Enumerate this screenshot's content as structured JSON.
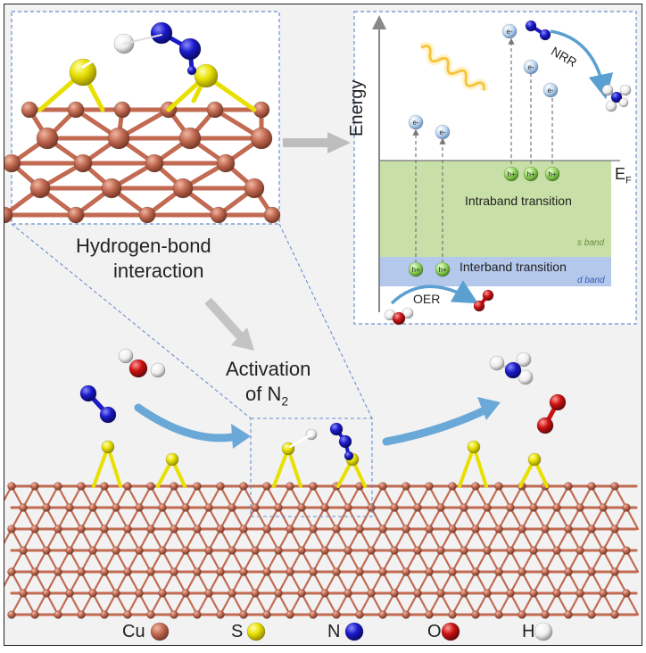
{
  "labels": {
    "hbond_line1": "Hydrogen-bond",
    "hbond_line2": "interaction",
    "activation_line1": "Activation",
    "activation_of": "of N",
    "activation_sub": "2",
    "energy": "Energy",
    "fermi": "E",
    "fermi_sub": "F",
    "intraband": "Intraband transition",
    "interband": "Interband transition",
    "s_band": "s band",
    "d_band": "d band",
    "oer": "OER",
    "nrr": "NRR",
    "electron": "e",
    "electron_sup": "-",
    "hole": "h",
    "hole_sup": "+"
  },
  "legend": [
    {
      "label": "Cu",
      "color": "#c26a52"
    },
    {
      "label": "S",
      "color": "#e8e000"
    },
    {
      "label": "N",
      "color": "#1a1ac8"
    },
    {
      "label": "O",
      "color": "#cc1111"
    },
    {
      "label": "H",
      "color": "#f4f4f4"
    }
  ],
  "colors": {
    "s_band": "#c8e0a8",
    "d_band": "#b4c8ec",
    "arrow_blue": "#5aa0d0",
    "dashed_frame": "#6a8ed0",
    "copper": "#c26a52"
  }
}
